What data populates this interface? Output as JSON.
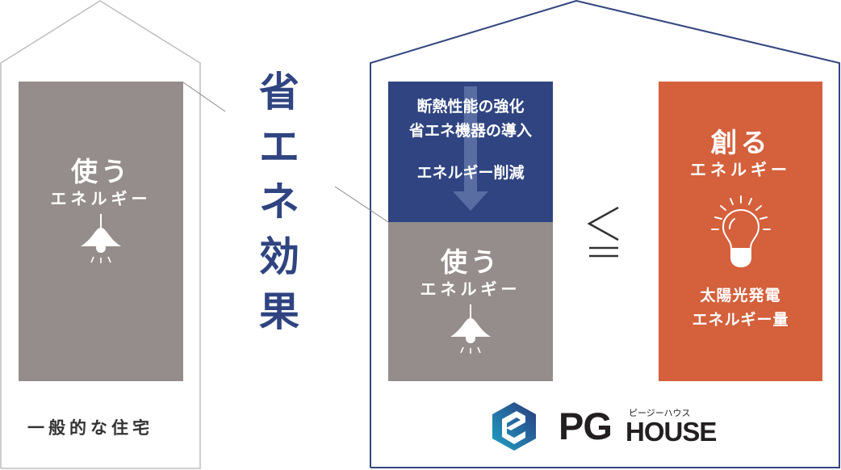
{
  "colors": {
    "navy": "#2f4480",
    "navy_outline": "#33467f",
    "gray_box": "#958d8b",
    "orange": "#d4603c",
    "house_outline_gray": "#bbbbbb",
    "caption_text": "#333333",
    "logo_teal": "#1fa2c6",
    "logo_dark": "#2b3a7e"
  },
  "general_house": {
    "box": {
      "title": "使う",
      "subtitle": "エネルギー",
      "icon": "pendant-lamp-icon"
    },
    "caption": "一般的な住宅"
  },
  "center_label": {
    "chars": [
      "省",
      "エ",
      "ネ",
      "効",
      "果"
    ],
    "text": "省エネ効果"
  },
  "pg_house": {
    "reduction_box": {
      "line1": "断熱性能の強化",
      "line2": "省エネ機器の導入",
      "line3": "エネルギー削減",
      "icon": "down-arrow-icon"
    },
    "use_box": {
      "title": "使う",
      "subtitle": "エネルギー",
      "icon": "pendant-lamp-icon"
    },
    "comparison_symbol": "≦",
    "create_box": {
      "title": "創る",
      "subtitle": "エネルギー",
      "icon": "light-bulb-icon",
      "line1": "太陽光発電",
      "line2": "エネルギー量"
    },
    "logo": {
      "mark": "pg-hexagon-logo-icon",
      "pg": "PG",
      "house": "HOUSE",
      "kana": "ピージーハウス"
    }
  }
}
